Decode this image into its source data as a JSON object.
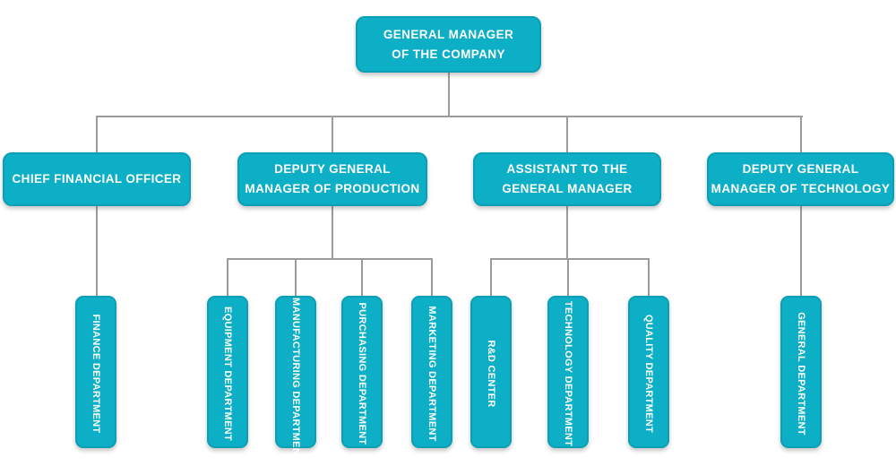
{
  "org_chart": {
    "type": "organizational-chart",
    "root": {
      "id": "general-manager",
      "line1": "GENERAL MANAGER",
      "line2": "OF THE COMPANY"
    },
    "managers": [
      {
        "id": "chief-financial-officer",
        "line1": "CHIEF FINANCIAL OFFICER",
        "line2": "",
        "reports_to": "general-manager"
      },
      {
        "id": "deputy-general-manager-of-production",
        "line1": "DEPUTY GENERAL",
        "line2": "MANAGER OF PRODUCTION",
        "reports_to": "general-manager"
      },
      {
        "id": "assistant-to-the-general-manager",
        "line1": "ASSISTANT TO THE",
        "line2": "GENERAL MANAGER",
        "reports_to": "general-manager"
      },
      {
        "id": "deputy-general-manager-of-technology",
        "line1": "DEPUTY GENERAL",
        "line2": "MANAGER OF TECHNOLOGY",
        "reports_to": "general-manager"
      }
    ],
    "departments": [
      {
        "id": "finance-department",
        "label": "FINANCE DEPARTMENT",
        "reports_to": "chief-financial-officer"
      },
      {
        "id": "equipment-department",
        "label": "EQUIPMENT DEPARTMENT",
        "reports_to": "deputy-general-manager-of-production"
      },
      {
        "id": "manufacturing-department",
        "label": "MANUFACTURING DEPARTMENT",
        "reports_to": "deputy-general-manager-of-production"
      },
      {
        "id": "purchasing-department",
        "label": "PURCHASING DEPARTMENT",
        "reports_to": "deputy-general-manager-of-production"
      },
      {
        "id": "marketing-department",
        "label": "MARKETING DEPARTMENT",
        "reports_to": "deputy-general-manager-of-production"
      },
      {
        "id": "rd-center",
        "label": "R&D CENTER",
        "reports_to": "assistant-to-the-general-manager"
      },
      {
        "id": "technology-department",
        "label": "TECHNOLOGY DEPARTMENT",
        "reports_to": "assistant-to-the-general-manager"
      },
      {
        "id": "quality-department",
        "label": "QUALITY DEPARTMENT",
        "reports_to": "assistant-to-the-general-manager"
      },
      {
        "id": "general-department",
        "label": "GENERAL DEPARTMENT",
        "reports_to": "deputy-general-manager-of-technology"
      }
    ]
  },
  "colors": {
    "node_fill": "#0CAFC6",
    "node_border": "#0B9FB5",
    "node_text": "#FFFFFF",
    "connector": "#9B9B9B",
    "background": "#FFFFFF"
  }
}
